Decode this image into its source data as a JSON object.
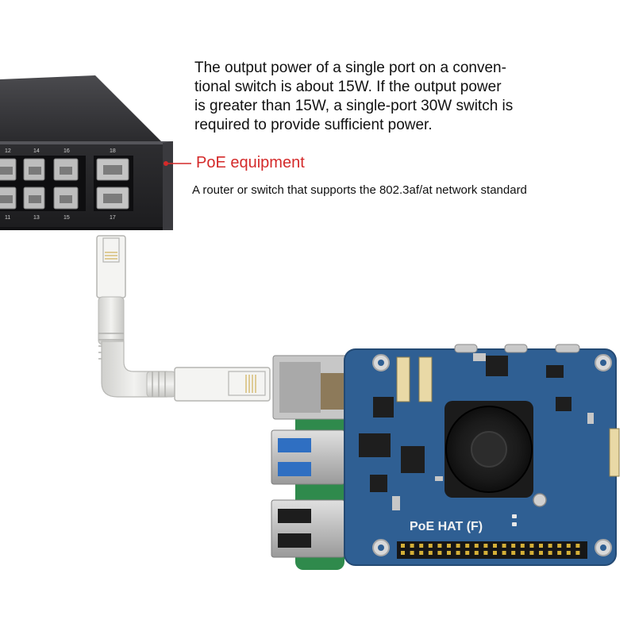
{
  "description": {
    "line1": "The output power of a single port on a conven-",
    "line2": "tional switch is about 15W. If the output power",
    "line3": "is greater than 15W, a single-port 30W switch is",
    "line4": "required to provide sufficient power."
  },
  "equipment": {
    "title": "PoE equipment",
    "description": "A router or switch that supports the 802.3af/at network standard"
  },
  "switch": {
    "port_numbers_top": [
      "12",
      "14",
      "16",
      "18"
    ],
    "port_numbers_bottom": [
      "11",
      "13",
      "15",
      "17"
    ]
  },
  "board": {
    "label": "PoE HAT (F)"
  },
  "colors": {
    "accent": "#d42a2a",
    "switch_body": "#2b2b2d",
    "hat_blue": "#2f5f93",
    "pi_green": "#2f8a4c",
    "cable": "#e6e6e4"
  }
}
